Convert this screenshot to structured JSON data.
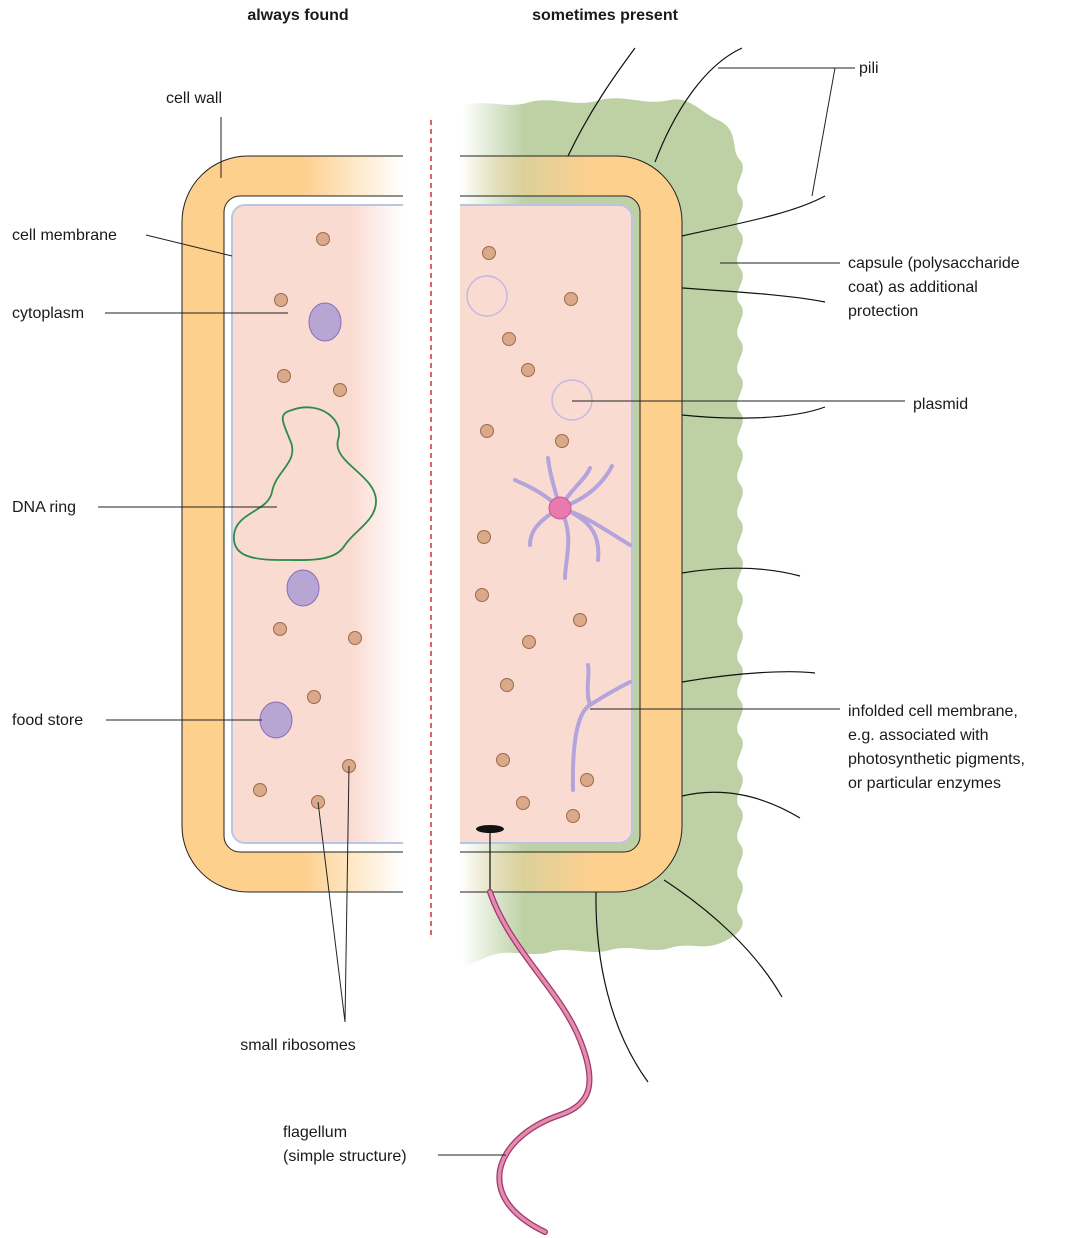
{
  "headers": {
    "left": "always found",
    "right": "sometimes present"
  },
  "labels": {
    "cell_wall": "cell wall",
    "cell_membrane": "cell membrane",
    "cytoplasm": "cytoplasm",
    "dna_ring": "DNA ring",
    "food_store": "food store",
    "small_ribosomes": "small ribosomes",
    "pili": "pili",
    "capsule": [
      "capsule (polysaccharide",
      "coat) as additional",
      "protection"
    ],
    "plasmid": "plasmid",
    "infolded_membrane": [
      "infolded cell membrane,",
      "e.g. associated with",
      "photosynthetic pigments,",
      "or particular enzymes"
    ],
    "flagellum": [
      "flagellum",
      "(simple structure)"
    ]
  },
  "colors": {
    "cell_wall": "#fdd08e",
    "cytoplasm": "#fadbd2",
    "membrane": "#b9c6e3",
    "capsule": "#bdd1a5",
    "dna": "#2e8b4a",
    "plasmid": "#c5b8e0",
    "food_store": "#b7a6d4",
    "ribosome": "#d9a98a",
    "flagellum": "#e58ab0",
    "infolded_membrane": "#b4a4dc",
    "divider": "#cc3333"
  }
}
